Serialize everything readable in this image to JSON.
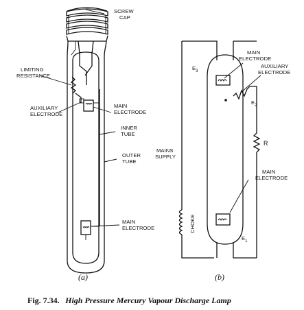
{
  "figure": {
    "caption_number": "Fig. 7.34.",
    "caption_title": "High Pressure Mercury Vapour Discharge Lamp"
  },
  "panel_a": {
    "sublabel": "(a)",
    "labels": {
      "screw_cap_1": "SCREW",
      "screw_cap_2": "CAP",
      "limiting_1": "LIMITING",
      "limiting_2": "RESISTANCE",
      "aux_1": "AUXILIARY",
      "aux_2": "ELECTRODE",
      "main_top_1": "MAIN",
      "main_top_2": "ELECTRODE",
      "inner_1": "INNER",
      "inner_2": "TUBE",
      "outer_1": "OUTER",
      "outer_2": "TUBE",
      "main_bot_1": "MAIN",
      "main_bot_2": "ELECTRODE"
    }
  },
  "panel_b": {
    "sublabel": "(b)",
    "labels": {
      "e3": "E",
      "e3_sub": "3",
      "main_top_1": "MAIN",
      "main_top_2": "ELECTRODE",
      "aux_1": "AUXILIARY",
      "aux_2": "ELECTRODE",
      "e2": "E",
      "e2_sub": "2",
      "r": "R",
      "mains_1": "MAINS",
      "mains_2": "SUPPLY",
      "main_bot_1": "MAIN",
      "main_bot_2": "ELECTRODE",
      "choke": "CHOKE",
      "e1": "E",
      "e1_sub": "1"
    }
  }
}
